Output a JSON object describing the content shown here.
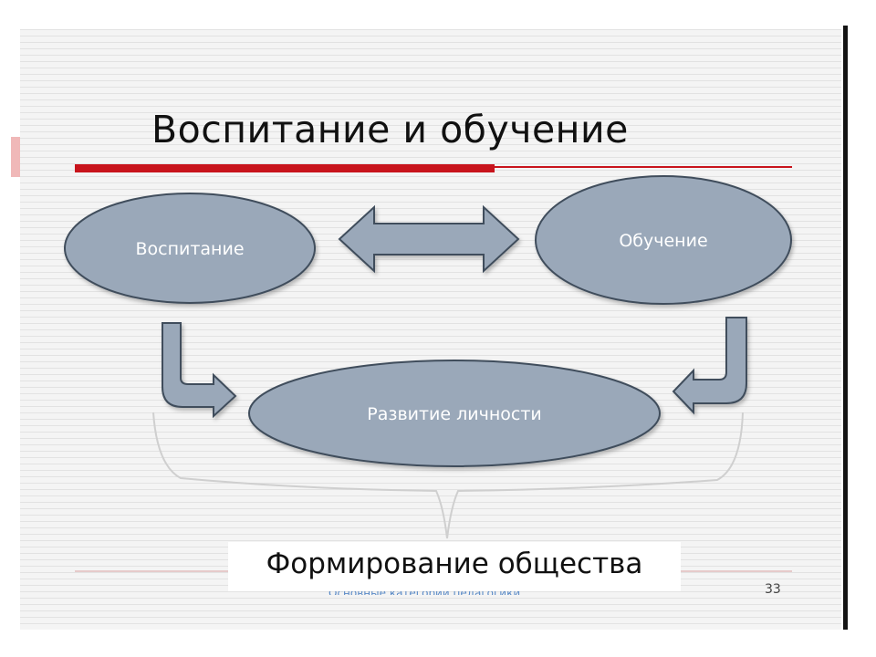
{
  "slide": {
    "title": "Воспитание и обучение",
    "page_number": "33",
    "footer_text": "Основные категории педагогики"
  },
  "diagram": {
    "nodes": {
      "upbringing": "Воспитание",
      "learning": "Обучение",
      "development": "Развитие личности"
    },
    "result": "Формирование общества"
  },
  "colors": {
    "shape_fill": "#9aa8b9",
    "shape_stroke": "#3f4d5c",
    "accent_red": "#c8141c",
    "footer_blue": "#5a8ac6"
  }
}
